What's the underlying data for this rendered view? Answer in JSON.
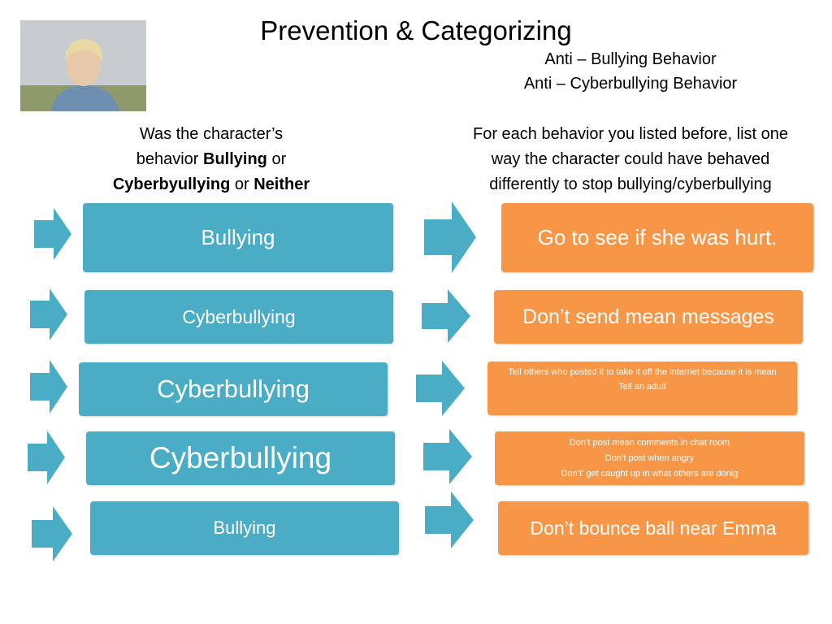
{
  "title": "Prevention & Categorizing",
  "subtitle": [
    "Anti – Bullying Behavior",
    "Anti – Cyberbullying Behavior"
  ],
  "left_header": {
    "line1": "Was the character’s",
    "line2_prefix": "behavior ",
    "line2_bold": "Bullying",
    "line2_suffix": " or",
    "line3_bold1": "Cyberbyullying",
    "line3_mid": " or ",
    "line3_bold2": "Neither"
  },
  "right_header": [
    "For each behavior you listed before, list one",
    "way the character could have behaved",
    "differently to stop bullying/cyberbullying"
  ],
  "rows": [
    {
      "category": "Bullying",
      "prevention": [
        "Go to see if she was hurt."
      ]
    },
    {
      "category": "Cyberbullying",
      "prevention": [
        "Don’t send mean messages"
      ]
    },
    {
      "category": "Cyberbullying",
      "prevention": [
        "Tell others who posted it to take it off the internet because it is mean",
        "Tell an adult"
      ]
    },
    {
      "category": "Cyberbullying",
      "prevention": [
        "Don’t post mean comments in chat room",
        "Don’t post when angry",
        "Don’t’ get caught up in what others are donig"
      ]
    },
    {
      "category": "Bullying",
      "prevention": [
        "Don’t bounce ball near Emma"
      ]
    }
  ],
  "colors": {
    "category_box": "#4BACC6",
    "prevention_box": "#F79646",
    "arrow": "#4BACC6"
  },
  "icons": {
    "arrow": "right-arrow-icon",
    "photo": "character-photo"
  }
}
